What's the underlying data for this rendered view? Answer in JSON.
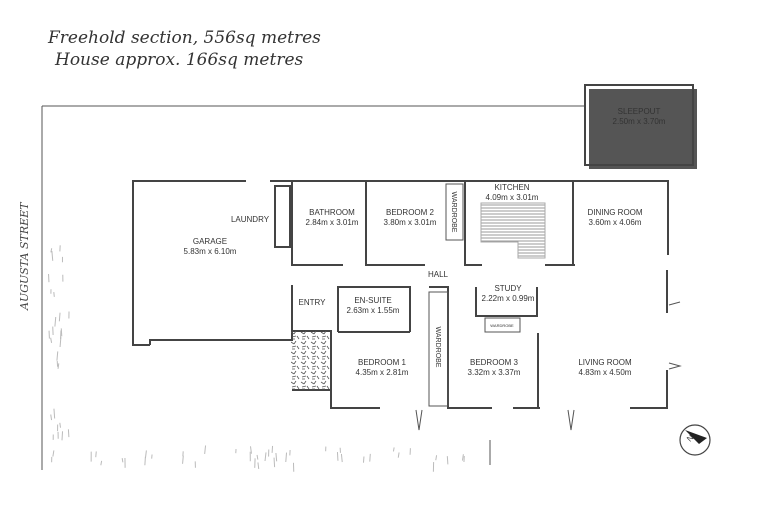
{
  "header": {
    "line1": "Freehold section, 556sq metres",
    "line2": "House approx. 166sq metres"
  },
  "street": "AUGUSTA STREET",
  "rooms": {
    "sleepout": {
      "name": "SLEEPOUT",
      "size": "2.50m x 3.70m"
    },
    "garage": {
      "name": "GARAGE",
      "size": "5.83m x 6.10m"
    },
    "laundry": {
      "name": "LAUNDRY"
    },
    "bathroom": {
      "name": "BATHROOM",
      "size": "2.84m x 3.01m"
    },
    "bedroom2": {
      "name": "BEDROOM 2",
      "size": "3.80m x 3.01m"
    },
    "kitchen": {
      "name": "KITCHEN",
      "size": "4.09m x 3.01m"
    },
    "dining": {
      "name": "DINING ROOM",
      "size": "3.60m x 4.06m"
    },
    "hall": {
      "name": "HALL"
    },
    "entry": {
      "name": "ENTRY"
    },
    "ensuite": {
      "name": "EN-SUITE",
      "size": "2.63m x 1.55m"
    },
    "study": {
      "name": "STUDY",
      "size": "2.22m x 0.99m"
    },
    "bedroom1": {
      "name": "BEDROOM 1",
      "size": "4.35m x 2.81m"
    },
    "bedroom3": {
      "name": "BEDROOM 3",
      "size": "3.32m x 3.37m"
    },
    "living": {
      "name": "LIVING ROOM",
      "size": "4.83m x 4.50m"
    }
  },
  "wardrobe_label": "WARDROBE",
  "compass_label": "N",
  "colors": {
    "walls": "#444444",
    "hatch": "#888888"
  }
}
